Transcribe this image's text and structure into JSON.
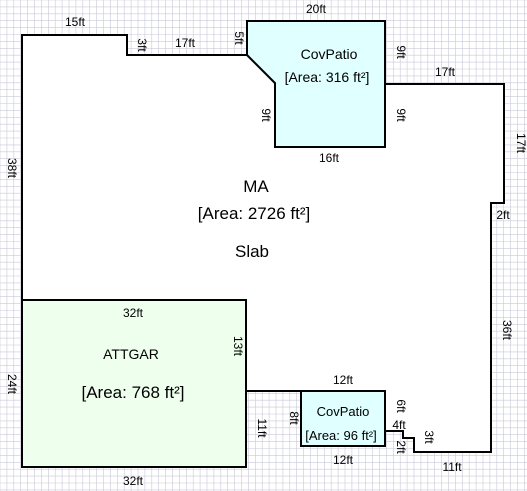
{
  "sketch": {
    "colors": {
      "grid": "#c9c9d9",
      "outline": "#000000",
      "main_fill": "#ffffff",
      "patio_fill": "#e0ffff",
      "garage_fill": "#eeffee"
    },
    "main_area": {
      "name": "MA",
      "area": "[Area: 2726 ft²]",
      "type": "Slab"
    },
    "garage": {
      "name": "ATTGAR",
      "area": "[Area: 768 ft²]"
    },
    "patio_top": {
      "name": "CovPatio",
      "area": "[Area: 316 ft²]"
    },
    "patio_bottom": {
      "name": "CovPatio",
      "area": "[Area: 96 ft²]"
    },
    "dimensions": {
      "top_left": "15ft",
      "notch_3": "3ft",
      "top_17": "17ft",
      "patio_5": "5ft",
      "patio_top_20": "20ft",
      "patio_right_9": "9ft",
      "patio_inner_9": "9ft",
      "patio_inner_right_9": "9ft",
      "patio_bottom_16": "16ft",
      "right_top_17": "17ft",
      "right_17": "17ft",
      "right_2": "2ft",
      "left_38": "38ft",
      "right_36": "36ft",
      "garage_top_32": "32ft",
      "garage_13": "13ft",
      "garage_left_24": "24ft",
      "garage_11": "11ft",
      "garage_bottom_32": "32ft",
      "small_patio_12_top": "12ft",
      "small_patio_8": "8ft",
      "small_patio_6": "6ft",
      "small_4": "4ft",
      "small_3": "3ft",
      "small_2": "2ft",
      "small_patio_12_bottom": "12ft",
      "bottom_11": "11ft"
    }
  }
}
